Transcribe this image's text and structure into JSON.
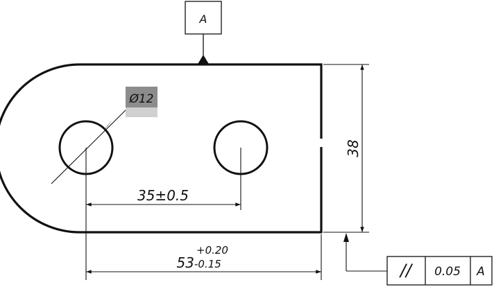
{
  "datum_label": "A",
  "hole_callout": "Ø12",
  "hole_spacing": "35±0.5",
  "height": "38",
  "length": {
    "nominal": "53",
    "upper": "+0.20",
    "lower": "-0.15"
  },
  "tolerance_frame": {
    "symbol": "//",
    "value": "0.05",
    "datum": "A"
  }
}
